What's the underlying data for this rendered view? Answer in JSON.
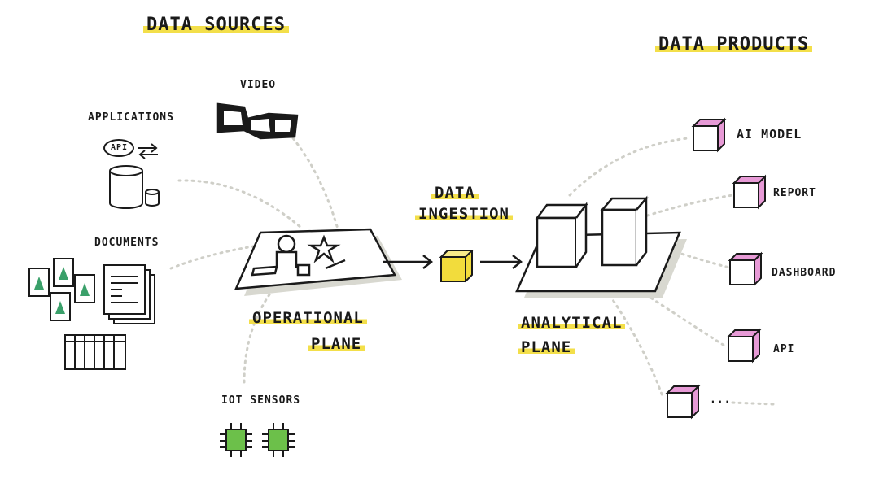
{
  "titles": {
    "sources": "DATA SOURCES",
    "products": "DATA PRODUCTS"
  },
  "sources": {
    "video": "VIDEO",
    "applications": "APPLICATIONS",
    "api_bubble": "API",
    "documents": "DOCUMENTS",
    "iot": "IOT SENSORS"
  },
  "planes": {
    "operational_1": "OPERATIONAL",
    "operational_2": "PLANE",
    "ingestion_1": "DATA",
    "ingestion_2": "INGESTION",
    "analytical_1": "ANALYTICAL",
    "analytical_2": "PLANE"
  },
  "products": [
    "AI MODEL",
    "REPORT",
    "DASHBOARD",
    "API",
    "..."
  ],
  "colors": {
    "highlight": "#f3df4a",
    "cube_yellow": "#f2dc3c",
    "cube_pink": "#e79ad6",
    "sensor_green": "#6cc04a",
    "dots": "#cfcfc8"
  }
}
